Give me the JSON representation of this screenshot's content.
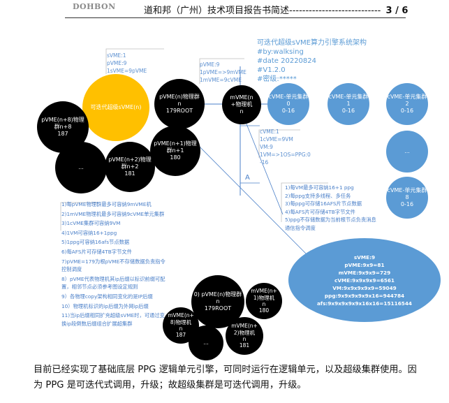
{
  "header": {
    "logo": "DOHBON",
    "title": "道和邦（广州）技术项目报告书简述----------------------------",
    "page": "3 / 6"
  },
  "diagram": {
    "meta_lines": [
      "可迭代超级sVME算力引擎系统架构",
      "#by:walksing",
      "#date 20220824",
      "#V1.2.0",
      "#密级:*****"
    ],
    "svme_note": [
      "sVME:1",
      "pVME:9",
      "1sVME=9pVME"
    ],
    "pvme_note": [
      "pVME:9",
      "1pVME=>9mVME",
      "1mVME=9cVME"
    ],
    "cvme_note": [
      "cVME:1",
      "1cVME=9VM",
      "VM:9",
      "1VM=>1OS=PPG:0",
      "-16"
    ],
    "arrow_labels": [
      "A",
      "A"
    ],
    "nodes": {
      "gold": "可迭代超级sVME(n)",
      "pvme_top": "pVME(n)物理群\nn\n179ROOT",
      "mvme_top": "mVME(n\n+物理机\nn",
      "pvme_n8": "pVME(n+8)物理\n群n+8\n187",
      "dots_main": "...",
      "pvme_n2": "pVME(n+2)物理\n群n+2\n181",
      "pvme_n1": "pVME(n+1)物理\n群n+1\n180",
      "cvme_0": "cVME-单元集群\n0\n0-16",
      "cvme_1": "cVME-单元集群\n1\n0-16",
      "cvme_2": "cVME-单元集群\n2\n0-16",
      "cvme_dots": "...",
      "cvme_8": "cVME-单元集群\n8\n0-16",
      "bottom_pvme": "0) pVME(n)物理群\nn\n179ROOT",
      "bottom_mvme1": "mVME(n+\n1)物理机\nn\n180",
      "bottom_mvme8": "mVME(n+\n8)物理机\nn\n187",
      "bottom_dots": "...",
      "bottom_mvme2": "mVME(n+\n2)物理机\nn\n181"
    },
    "right_notes": [
      "1)每VM最多可容纳16+1 ppg",
      "2)每ppg支持多线程、多任务",
      "3)每ppg可存储16AFS片节点数据",
      "4)每AFS片可存储4TB字节文件",
      "5)ppg不存储数据为当前根节点负责消息通信指令调度"
    ],
    "left_notes": [
      "1)每pVME物理群最多可容纳9mVME机",
      "2)1mVME物理机最多可容纳9cVME单元集群",
      "3)1cVME集群可容纳9VM",
      "4)1VM可容纳16+1ppg",
      "5)1ppg可容纳16afs节点数据",
      "6)每AFS片可存储4TB字节文件",
      "7)pVME=179为根pVME不存储数据负责指令控制调度",
      "8）pVME代表物理机其ip后缀以标识前缀可配置，相邻节点必须参考图设定规则",
      "9）各物理copy架构相同变化的是IP后缀",
      "10）物理机标识的ip后缀为外网ip后缀",
      "11)当ip后缀相同扩充超级sVME时，可通过变换ip段倒数后缀组合扩展超集群"
    ],
    "ellipse_lines": [
      "sVME:9",
      "pVME:9x9=81",
      "mVME:9x9x9=729",
      "cVME:9x9x9x9=6561",
      "VM:9x9x9x9x9=59049",
      "ppg:9x9x9x9x9x16=944784",
      "afs:9x9x9x9x9x16x16=15116544"
    ]
  },
  "body_text": "目前已经实现了基础底层 PPG 逻辑单元引擎，可同时运行在逻辑单元，以及超级集群使用。因为 PPG 是可迭代式调用，升级；故超级集群是可迭代调用，升级。"
}
